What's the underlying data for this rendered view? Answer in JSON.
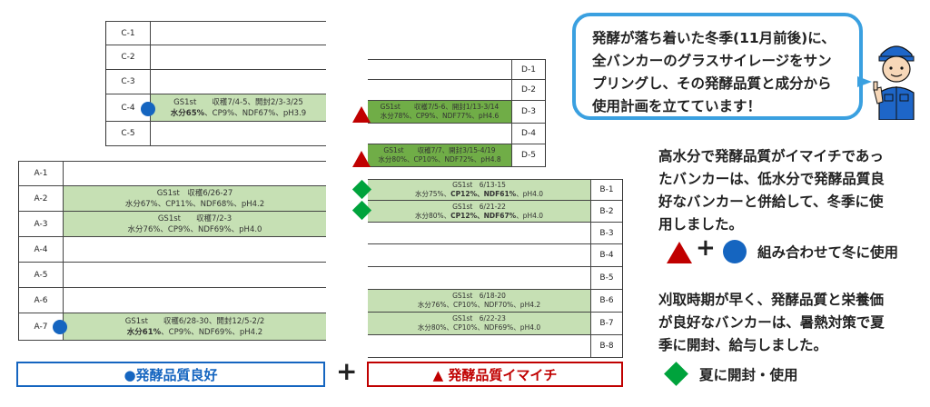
{
  "bubble": {
    "lines": [
      "発酵が落ち着いた冬季(11月前後)に、",
      "全バンカーのグラスサイレージをサン",
      "プリングし、その発酵品質と成分から",
      "使用計画を立てています！"
    ]
  },
  "note1": {
    "lines": [
      "高水分で発酵品質がイマイチであっ",
      "たバンカーは、低水分で発酵品質良",
      "好なバンカーと併給して、冬季に使",
      "用しました。"
    ]
  },
  "combo_label": "組み合わせて冬に使用",
  "note2": {
    "lines": [
      "刈取時期が早く、発酵品質と栄養価",
      "が良好なバンカーは、暑熱対策で夏",
      "季に開封、給与しました。"
    ]
  },
  "summer_label": "夏に開封・使用",
  "plus_sign": "+",
  "legend": {
    "good": "●発酵品質良好",
    "bad": "▲ 発酵品質イマイチ",
    "good_color": "#1565c0",
    "bad_color": "#c00000"
  },
  "colors": {
    "light_fill": "#c6e0b4",
    "dark_fill": "#70ad47",
    "circle": "#1565c0",
    "triangle": "#c00000",
    "diamond": "#00a33c",
    "bubble_border": "#3aa0e0"
  },
  "tables": {
    "c": {
      "rows": [
        {
          "label": "C-1"
        },
        {
          "label": "C-2"
        },
        {
          "label": "C-3"
        },
        {
          "label": "C-4",
          "line1": "GS1st　　収穫7/4-5、開封2/3-3/25",
          "line2_bold": "水分65%",
          "line2_rest": "、CP9%、NDF67%、pH3.9"
        },
        {
          "label": "C-5"
        }
      ]
    },
    "a": {
      "rows": [
        {
          "label": "A-1"
        },
        {
          "label": "A-2",
          "line1": "GS1st　収穫6/26-27",
          "line2_bold": "",
          "line2_rest": "水分67%、CP11%、NDF68%、pH4.2"
        },
        {
          "label": "A-3",
          "line1": "GS1st　　収穫7/2-3",
          "line2_bold": "",
          "line2_rest": "水分76%、CP9%、NDF69%、pH4.0"
        },
        {
          "label": "A-4"
        },
        {
          "label": "A-5"
        },
        {
          "label": "A-6"
        },
        {
          "label": "A-7",
          "line1": "GS1st　　収穫6/28-30、開封12/5-2/2",
          "line2_bold": "水分61%",
          "line2_rest": "、CP9%、NDF69%、pH4.2"
        }
      ]
    },
    "d": {
      "rows": [
        {
          "label": "D-1"
        },
        {
          "label": "D-2"
        },
        {
          "label": "D-3",
          "line1": "GS1st　　収穫7/5-6、開封1/13-3/14",
          "line2_bold": "",
          "line2_rest": "水分78%、CP9%、NDF77%、pH4.6"
        },
        {
          "label": "D-4"
        },
        {
          "label": "D-5",
          "line1": "GS1st　　収穫7/7、開封3/15-4/19",
          "line2_bold": "",
          "line2_rest": "水分80%、CP10%、NDF72%、pH4.8"
        }
      ]
    },
    "b": {
      "rows": [
        {
          "label": "B-1",
          "line1": "GS1st　6/13-15",
          "line2_pre": "水分75%、",
          "line2_bold": "CP12%、NDF61%",
          "line2_rest": "、pH4.0"
        },
        {
          "label": "B-2",
          "line1": "GS1st　6/21-22",
          "line2_pre": "水分80%、",
          "line2_bold": "CP12%、NDF67%",
          "line2_rest": "、pH4.0"
        },
        {
          "label": "B-3"
        },
        {
          "label": "B-4"
        },
        {
          "label": "B-5"
        },
        {
          "label": "B-6",
          "line1": "GS1st　6/18-20",
          "line2_pre": "",
          "line2_bold": "",
          "line2_rest": "水分76%、CP10%、NDF70%、pH4.2"
        },
        {
          "label": "B-7",
          "line1": "GS1st　6/22-23",
          "line2_pre": "",
          "line2_bold": "",
          "line2_rest": "水分80%、CP10%、NDF69%、pH4.0"
        },
        {
          "label": "B-8"
        }
      ]
    }
  }
}
